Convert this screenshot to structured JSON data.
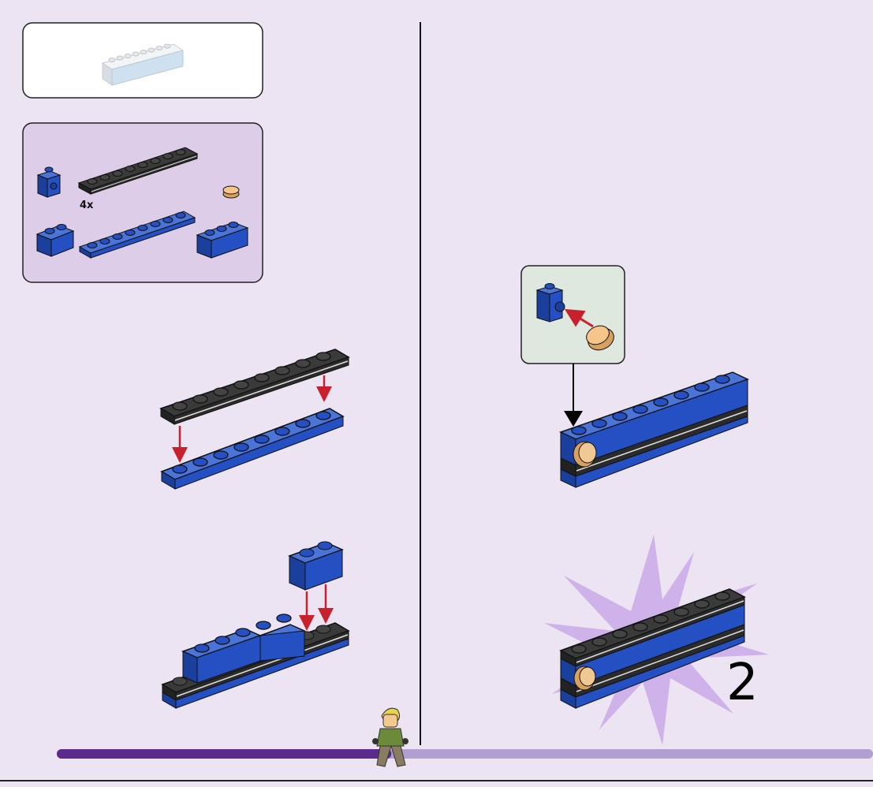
{
  "parts_list": {
    "quantity_label": "4x"
  },
  "step": {
    "number": "2"
  },
  "progress": {
    "fraction": 0.41
  },
  "colors": {
    "background": "#ece3f3",
    "parts_box": "#ddcde9",
    "callout_box": "#dfe8df",
    "brick_blue": "#2450c4",
    "plate_black": "#2b2b2b",
    "arrow_red": "#c8202c",
    "progress_filled": "#5a2a8c",
    "progress_track": "#b29fd2"
  },
  "icons": [
    "minifigure-icon",
    "burst-icon"
  ]
}
